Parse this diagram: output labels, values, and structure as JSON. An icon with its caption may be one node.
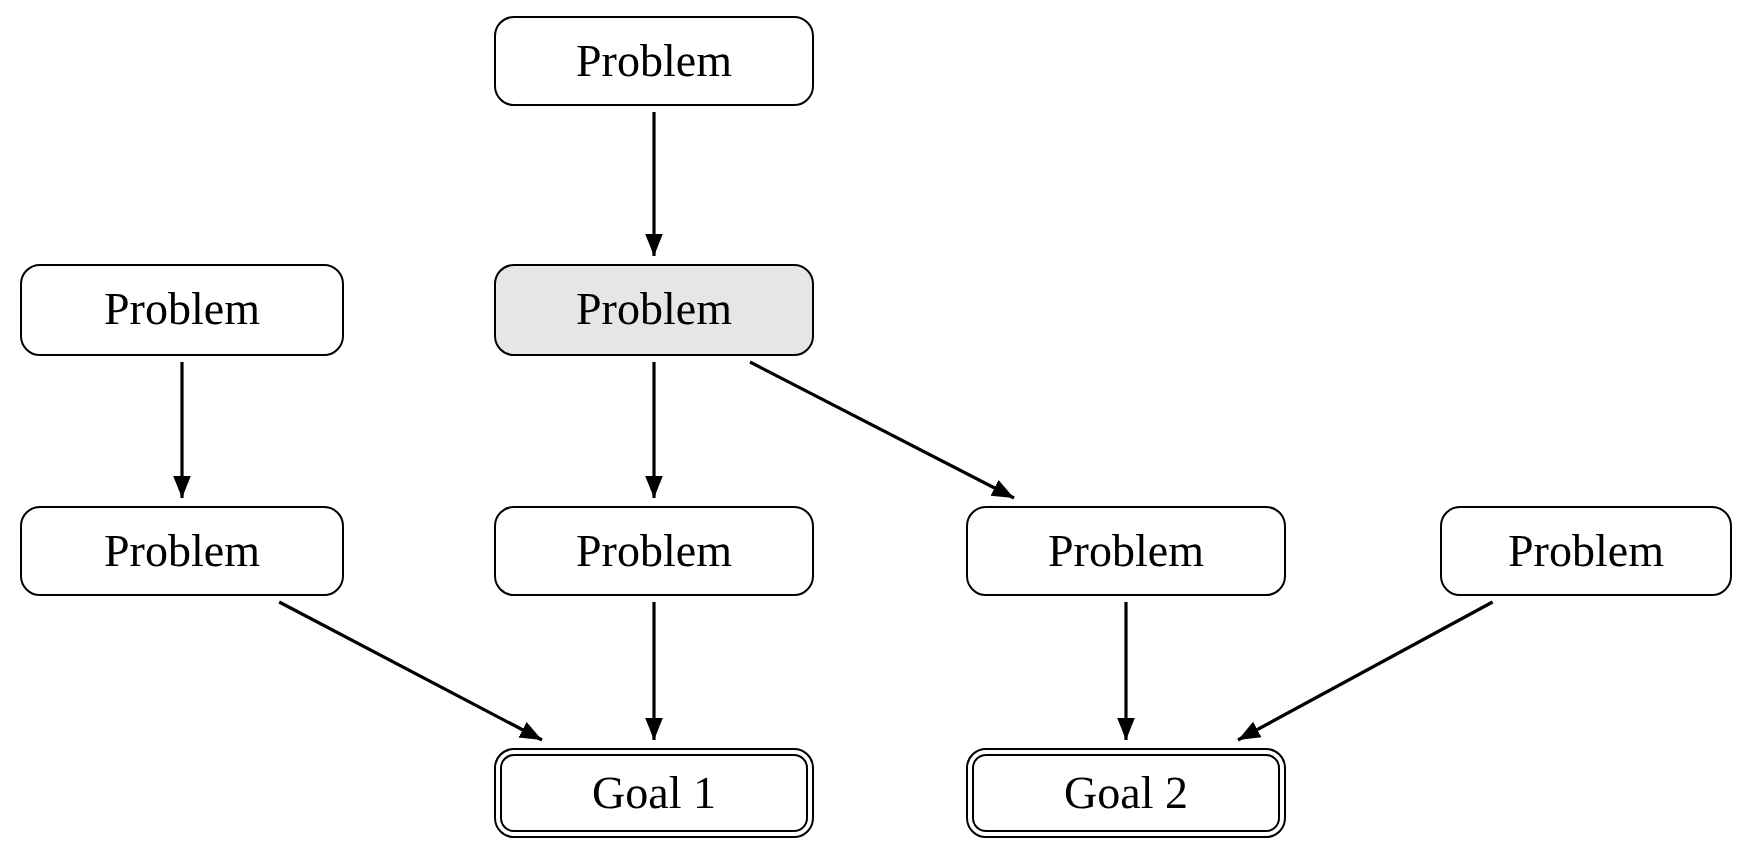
{
  "diagram": {
    "nodes": [
      {
        "text": [
          "Problem"
        ]
      },
      {
        "text": [
          "Problem"
        ]
      },
      {
        "text": [
          "Problem"
        ]
      },
      {
        "text": [
          "Problem"
        ]
      },
      {
        "text": [
          "Problem"
        ]
      },
      {
        "text": [
          "Problem"
        ]
      },
      {
        "text": [
          "Problem"
        ]
      },
      {
        "text": [
          "Goal 1"
        ]
      },
      {
        "text": [
          "Goal 2"
        ]
      }
    ],
    "edges": [
      {
        "from": 0,
        "to": 2,
        "arrow": "to"
      },
      {
        "from": 1,
        "to": 3,
        "arrow": "to"
      },
      {
        "from": 2,
        "to": 4,
        "arrow": "to"
      },
      {
        "from": 2,
        "to": 5,
        "arrow": "to"
      },
      {
        "from": 3,
        "to": 7,
        "arrow": "to"
      },
      {
        "from": 4,
        "to": 7,
        "arrow": "to"
      },
      {
        "from": 5,
        "to": 8,
        "arrow": "to"
      },
      {
        "from": 6,
        "to": 8,
        "arrow": "to"
      }
    ]
  }
}
